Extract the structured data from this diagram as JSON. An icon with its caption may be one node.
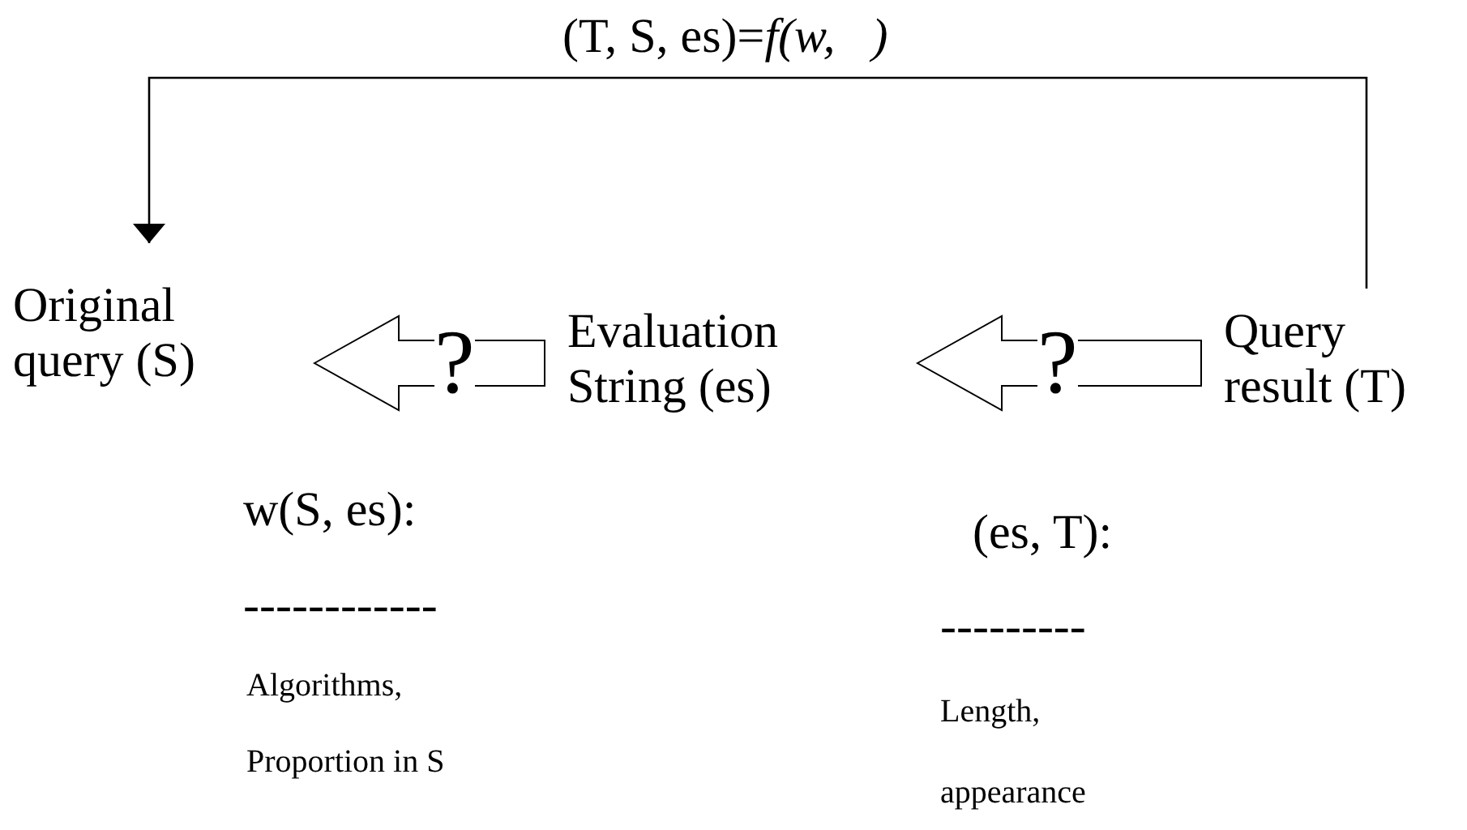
{
  "diagram": {
    "nodes": [
      {
        "text": [
          "Original query (S)"
        ]
      },
      {
        "text": [
          "Evaluation String (es)"
        ]
      },
      {
        "text": [
          "Query result (T)"
        ]
      }
    ],
    "edges": [
      {
        "from": 2,
        "to": 0,
        "arrow": "to",
        "label": "(T, S, es)=*f(w,   )*"
      },
      {
        "from": 1,
        "to": 0,
        "arrow": "to",
        "label": "?",
        "style": "thick"
      },
      {
        "from": 2,
        "to": 1,
        "arrow": "to",
        "label": "?",
        "style": "thick"
      }
    ],
    "labels": [
      "w(S, es):",
      "------------",
      "Algorithms,",
      "Proportion in S",
      "(es, T):",
      "---------",
      "Length,",
      "appearance"
    ]
  }
}
